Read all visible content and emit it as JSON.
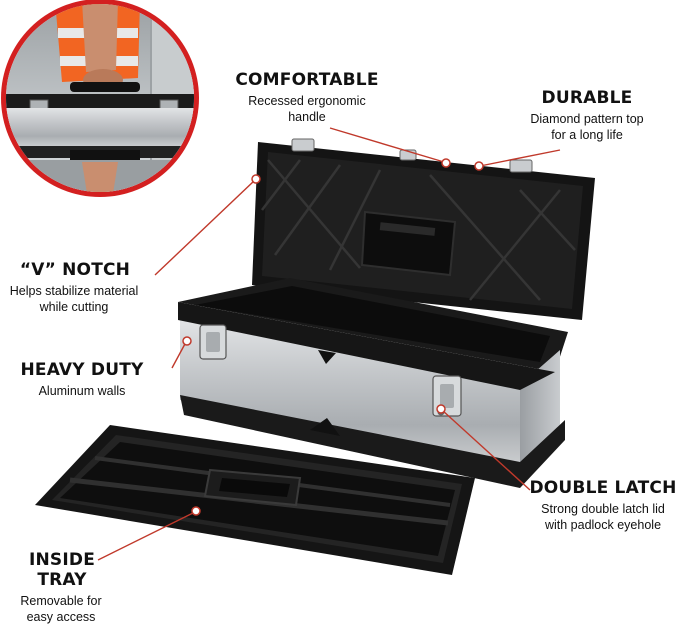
{
  "features": {
    "comfortable": {
      "heading": "COMFORTABLE",
      "description": "Recessed ergonomic handle"
    },
    "durable": {
      "heading": "DURABLE",
      "description": "Diamond pattern top for a long life"
    },
    "v_notch": {
      "heading": "“V” NOTCH",
      "description": "Helps stabilize material while cutting"
    },
    "heavy_duty": {
      "heading": "HEAVY DUTY",
      "description": "Aluminum walls"
    },
    "double_latch": {
      "heading": "DOUBLE LATCH",
      "description": "Strong double latch lid with padlock eyehole"
    },
    "inside_tray": {
      "heading": "INSIDE TRAY",
      "description": "Removable for easy access"
    }
  },
  "colors": {
    "callout_line": "#c0392b",
    "inset_ring": "#d32020",
    "plastic": "#1a1a1a",
    "steel": "#b9bcbf"
  }
}
